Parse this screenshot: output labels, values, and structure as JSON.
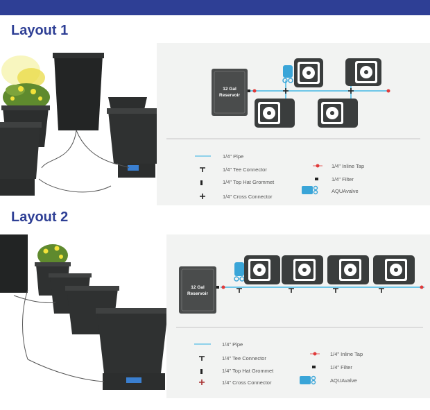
{
  "layouts": [
    {
      "title": "Layout 1"
    },
    {
      "title": "Layout 2"
    }
  ],
  "reservoir": {
    "line1": "12 Gal",
    "line2": "Reservoir"
  },
  "legend": {
    "pipe": "1/4\" Pipe",
    "tee": "1/4\" Tee Connector",
    "grommet": "1/4\" Top Hat Grommet",
    "cross": "1/4\" Cross Connector",
    "inline_tap": "1/4\" Inline Tap",
    "filter": "1/4\" Filter",
    "aquavalve": "AQUAvalve"
  },
  "colors": {
    "header_bar": "#2e3f95",
    "title": "#2e3f95",
    "pipe": "#6ec6e8",
    "inline_tap": "#e03a3a",
    "aquavalve": "#3aa5d8",
    "pot": "#3a3d3d",
    "reservoir": "#4a4c4c"
  }
}
